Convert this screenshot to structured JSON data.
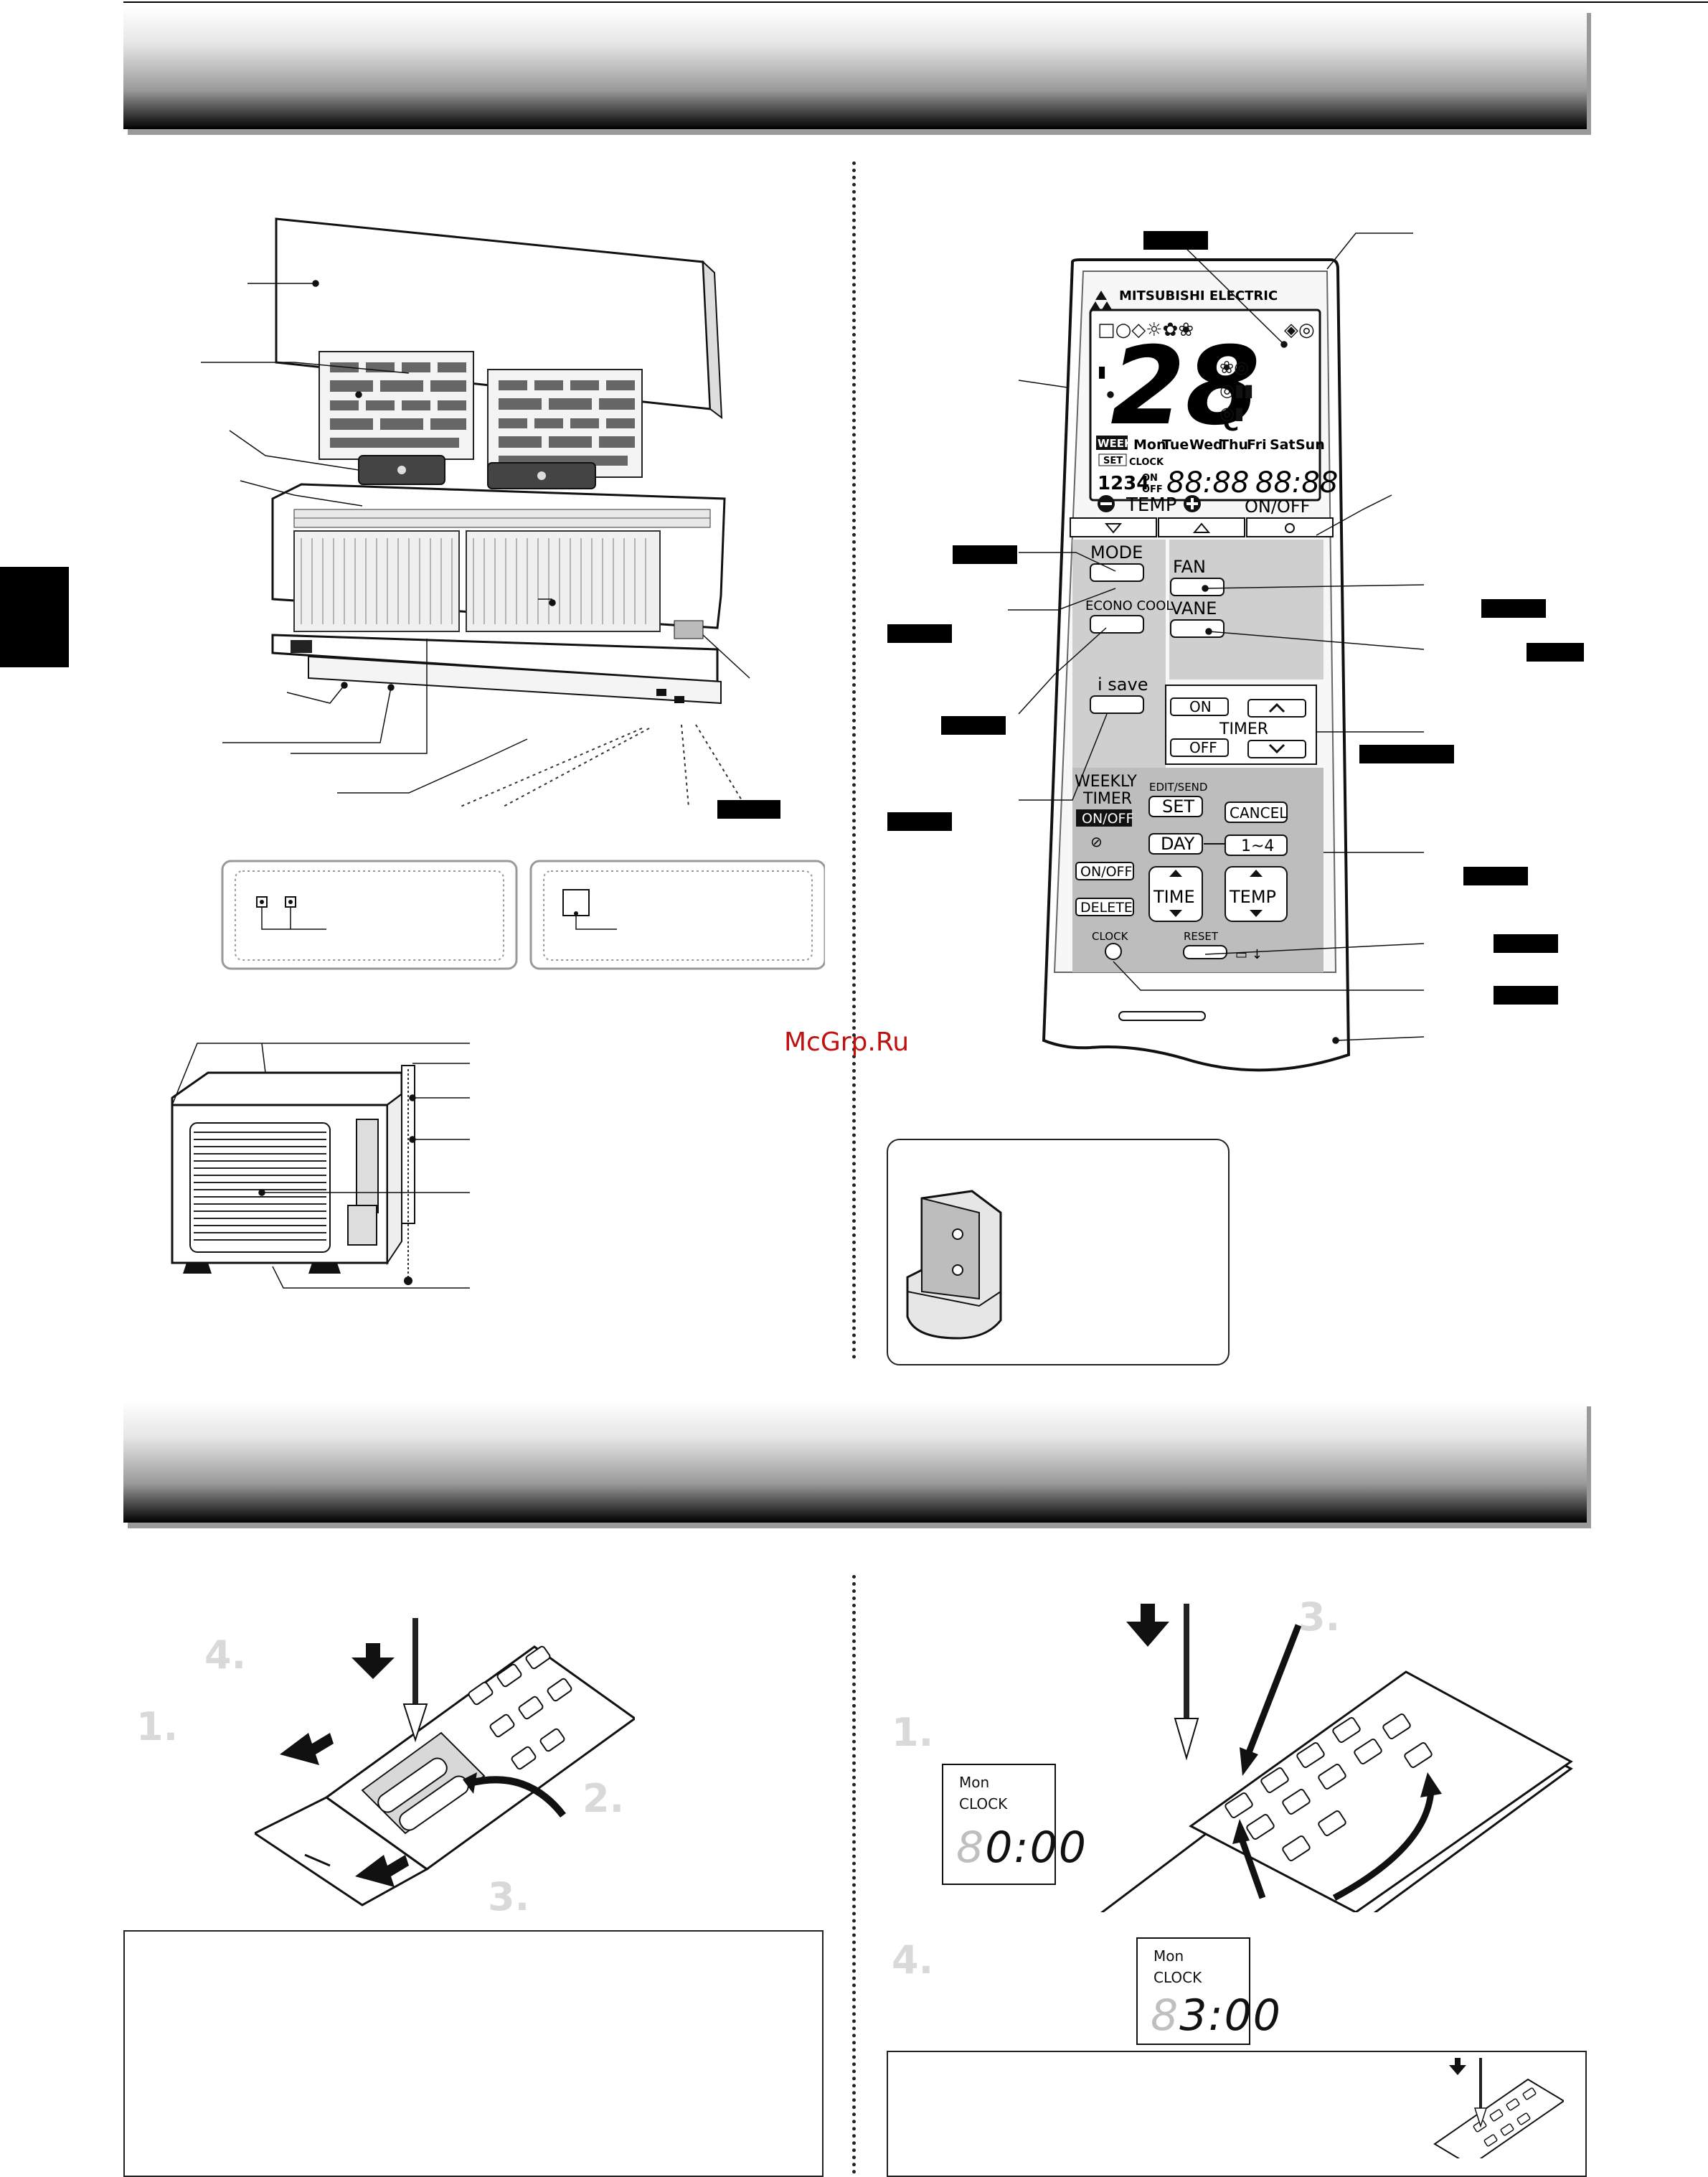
{
  "watermark": "McGrp.Ru",
  "remote": {
    "brand": "MITSUBISHI ELECTRIC",
    "lcd_temp": "28",
    "lcd_unit": "°C",
    "lcd_days": [
      "Mon",
      "Tue",
      "Wed",
      "Thu",
      "Fri",
      "Sat",
      "Sun"
    ],
    "lcd_weekly": "WEEKLY",
    "lcd_set": "SET",
    "lcd_clock": "CLOCK",
    "lcd_on": "ON",
    "lcd_off": "OFF",
    "lcd_nums": "1234",
    "lcd_time1": "88:88",
    "lcd_time2": "88:88",
    "temp_label": "TEMP",
    "onoff_label": "ON/OFF",
    "mode_label": "MODE",
    "fan_label": "FAN",
    "econo_label": "ECONO COOL",
    "vane_label": "VANE",
    "isave_label": "i save",
    "timer_on": "ON",
    "timer_label": "TIMER",
    "timer_off": "OFF",
    "weekly_label": "WEEKLY",
    "weekly_timer": "TIMER",
    "weekly_onoff": "ON/OFF",
    "edit_send": "EDIT/SEND",
    "set_label": "SET",
    "cancel_label": "CANCEL",
    "day_label": "DAY",
    "range_label": "1~4",
    "wk_onoff": "ON/OFF",
    "delete_label": "DELETE",
    "time_label": "TIME",
    "temp2_label": "TEMP",
    "clock_label": "CLOCK",
    "reset_label": "RESET"
  },
  "battery_steps": [
    "4.",
    "1.",
    "2.",
    "3."
  ],
  "clock_steps": [
    "3.",
    "1.",
    "2.",
    "4."
  ],
  "clock_display_1": {
    "day": "Mon",
    "label": "CLOCK",
    "ghost": "8",
    "time": "0:00"
  },
  "clock_display_2": {
    "day": "Mon",
    "label": "CLOCK",
    "ghost": "8",
    "time": "3:00"
  }
}
